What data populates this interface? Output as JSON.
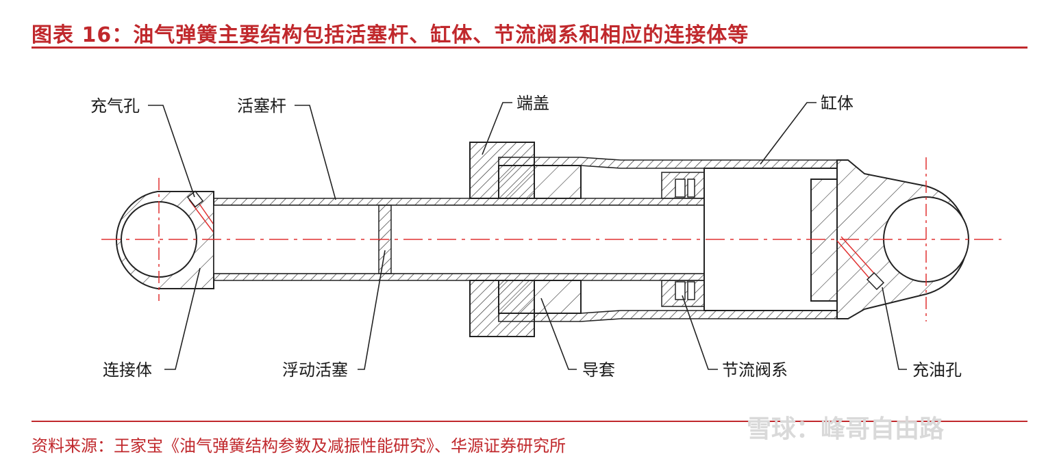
{
  "header": {
    "title": "图表 16：油气弹簧主要结构包括活塞杆、缸体、节流阀系和相应的连接体等"
  },
  "diagram": {
    "labels": {
      "charge_hole": "充气孔",
      "piston_rod": "活塞杆",
      "end_cap": "端盖",
      "cylinder": "缸体",
      "connector": "连接体",
      "floating_piston": "浮动活塞",
      "guide_sleeve": "导套",
      "throttle_valve": "节流阀系",
      "oil_hole": "充油孔"
    }
  },
  "footer": {
    "source": "资料来源：王家宝《油气弹簧结构参数及减振性能研究》、华源证券研究所",
    "watermark": "雪球：峰哥自由路"
  },
  "colors": {
    "accent": "#c0282c",
    "centerline": "#e03030",
    "line": "#222222"
  }
}
